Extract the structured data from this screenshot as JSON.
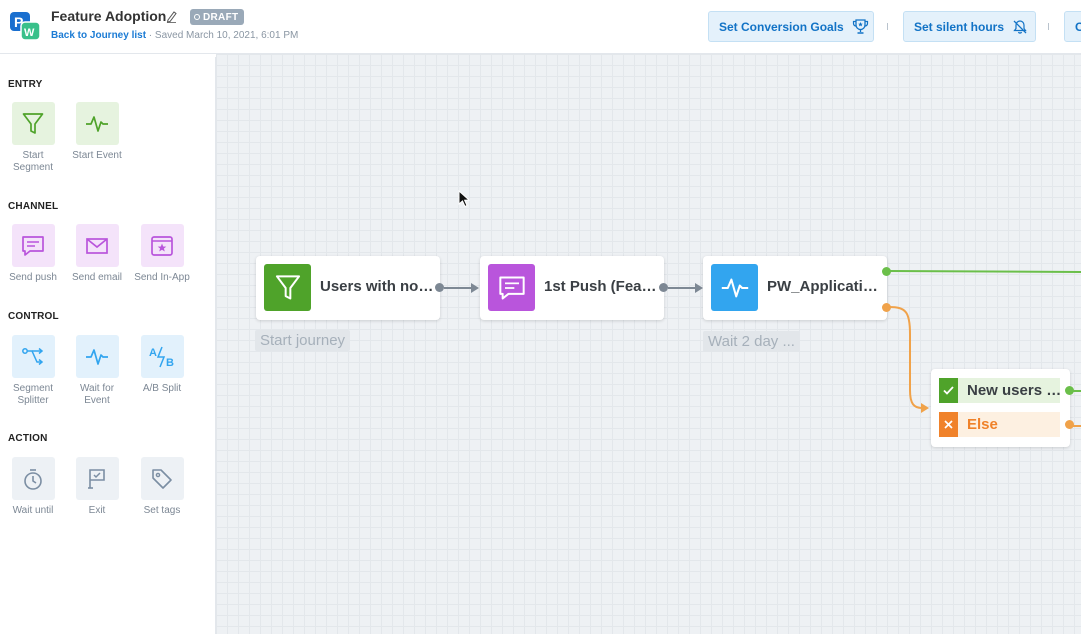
{
  "header": {
    "title": "Feature Adoption",
    "status_badge": "DRAFT",
    "back_link": "Back to Journey list",
    "saved_text": " · Saved March 10, 2021, 6:01 PM",
    "buttons": {
      "conversion_goals": "Set Conversion Goals",
      "silent_hours": "Set silent hours",
      "third_partial": "C"
    }
  },
  "sidebar": {
    "sections": {
      "entry": "ENTRY",
      "channel": "CHANNEL",
      "control": "CONTROL",
      "action": "ACTION"
    },
    "tools": {
      "start_segment": "Start Segment",
      "start_event": "Start Event",
      "send_push": "Send push",
      "send_email": "Send email",
      "send_inapp": "Send In-App",
      "segment_splitter": "Segment Splitter",
      "wait_for_event": "Wait for Event",
      "ab_split": "A/B Split",
      "wait_until": "Wait until",
      "exit": "Exit",
      "set_tags": "Set tags"
    }
  },
  "canvas": {
    "nodes": {
      "start_segment": "Users with no…",
      "push": "1st Push (Fea…",
      "wait_event": "PW_Applicati…"
    },
    "captions": {
      "start": "Start journey",
      "wait": "Wait 2 day ..."
    },
    "splitter": {
      "branch_yes": "New users …",
      "branch_else": "Else"
    }
  },
  "colors": {
    "accent_blue": "#1273c6",
    "segment_green": "#4fa32a",
    "push_purple": "#b955dc",
    "event_blue": "#32a5ef",
    "yes_green": "#6bbf4a",
    "else_orange": "#f0a24a"
  },
  "icons": [
    "app-logo-icon",
    "pencil-icon",
    "trophy-icon",
    "bell-off-icon",
    "filter-icon",
    "pulse-icon",
    "message-icon",
    "mail-icon",
    "inapp-icon",
    "split-icon",
    "ab-icon",
    "timer-icon",
    "flag-icon",
    "tag-icon",
    "check-icon",
    "close-icon",
    "cursor-icon"
  ]
}
